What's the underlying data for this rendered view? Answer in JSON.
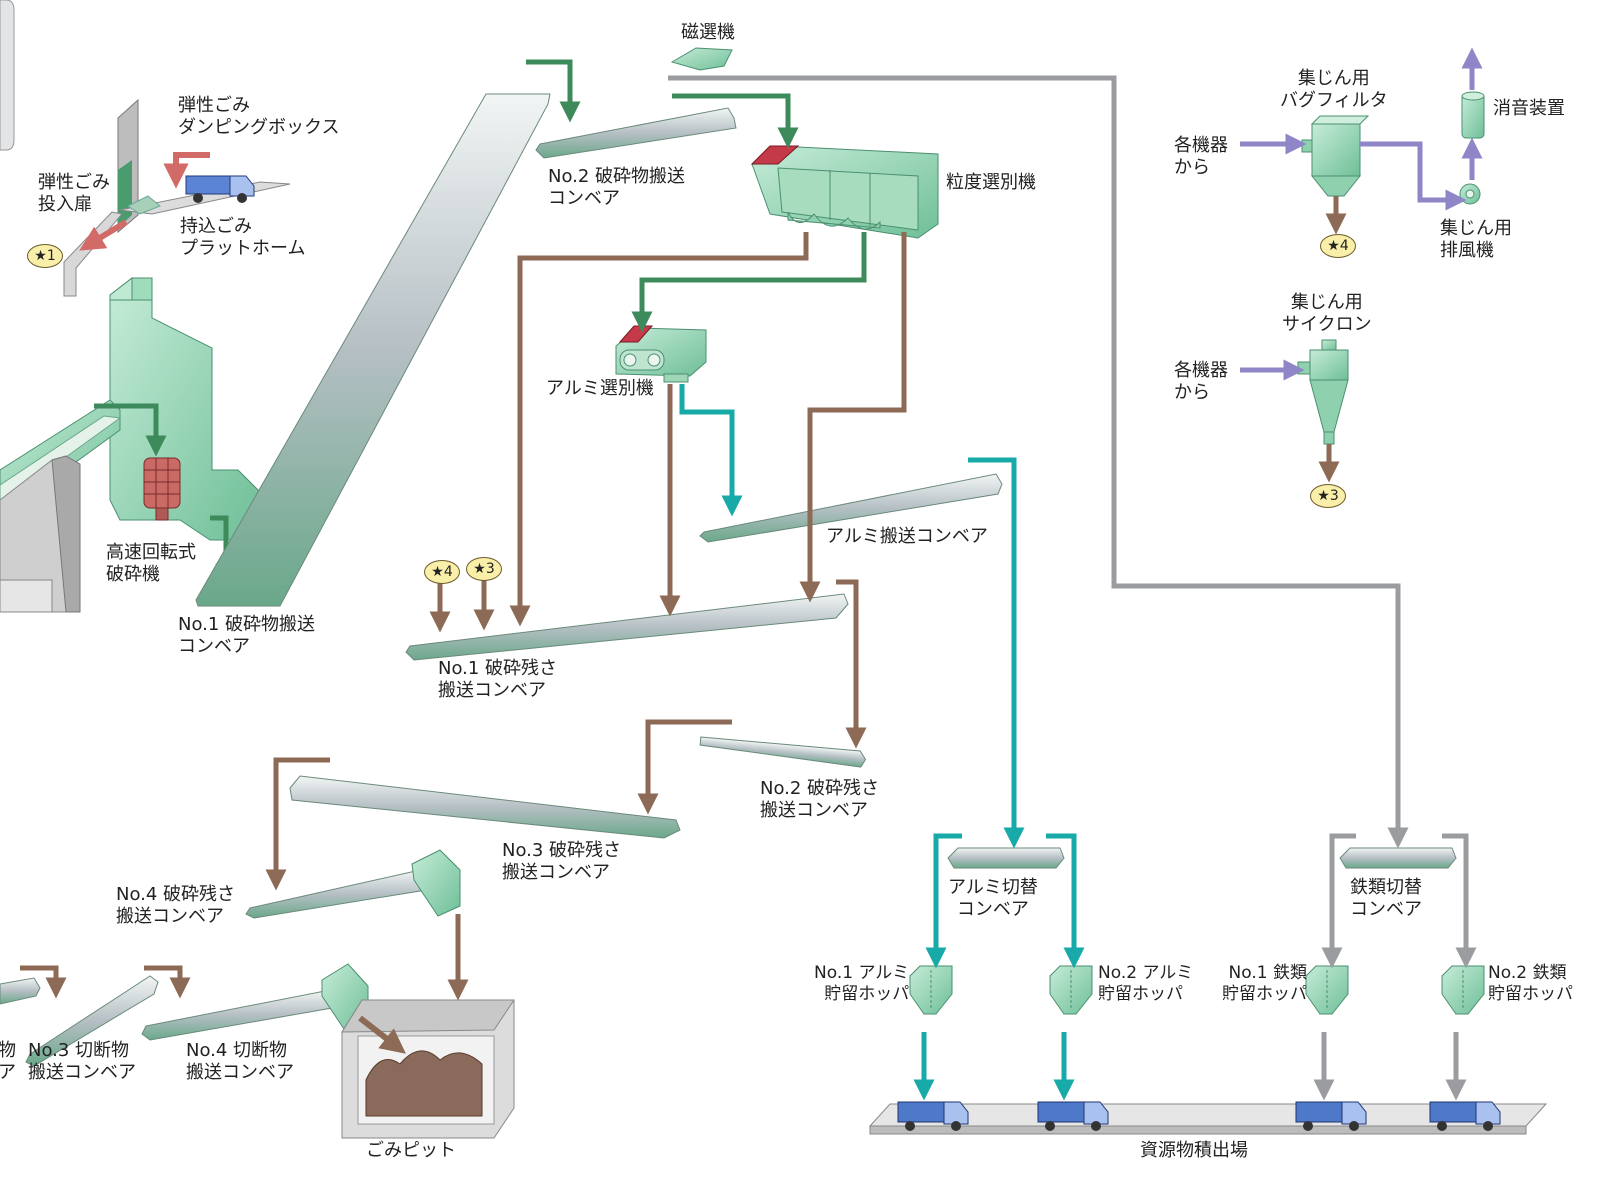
{
  "labels": {
    "magnetic_separator": "磁選機",
    "elastic_dumping_box": "弾性ごみ\nダンピングボックス",
    "elastic_inlet_door": "弾性ごみ\n投入扉",
    "carry_in_platform": "持込ごみ\nプラットホーム",
    "no2_crushed_conveyor": "No.2 破砕物搬送\nコンベア",
    "size_separator": "粒度選別機",
    "dust_bag_filter": "集じん用\nバグフィルタ",
    "silencer": "消音装置",
    "from_equipment_1": "各機器\nから",
    "dust_exhaust_fan": "集じん用\n排風機",
    "dust_cyclone": "集じん用\nサイクロン",
    "from_equipment_2": "各機器\nから",
    "aluminum_separator": "アルミ選別機",
    "high_speed_crusher": "高速回転式\n破砕機",
    "aluminum_conveyor": "アルミ搬送コンベア",
    "no1_crushed_conveyor": "No.1 破砕物搬送\nコンベア",
    "no1_residue_conveyor": "No.1 破砕残さ\n搬送コンベア",
    "no2_residue_conveyor": "No.2 破砕残さ\n搬送コンベア",
    "no3_residue_conveyor": "No.3 破砕残さ\n搬送コンベア",
    "no4_residue_conveyor": "No.4 破砕残さ\n搬送コンベア",
    "aluminum_switch_conveyor": "アルミ切替\nコンベア",
    "iron_switch_conveyor": "鉄類切替\nコンベア",
    "no1_aluminum_hopper": "No.1 アルミ\n貯留ホッパ",
    "no2_aluminum_hopper": "No.2 アルミ\n貯留ホッパ",
    "no1_iron_hopper": "No.1 鉄類\n貯留ホッパ",
    "no2_iron_hopper": "No.2 鉄類\n貯留ホッパ",
    "cut_conveyor_partial": "物\nア",
    "no3_cut_conveyor": "No.3 切断物\n搬送コンベア",
    "no4_cut_conveyor": "No.4 切断物\n搬送コンベア",
    "garbage_pit": "ごみピット",
    "resource_loading_area": "資源物積出場"
  },
  "markers": {
    "star1": "★1",
    "star3": "★3",
    "star4": "★4"
  },
  "colors": {
    "green_flow": "#3d8a5a",
    "brown_flow": "#8d6a56",
    "teal_flow": "#17aaa8",
    "gray_flow": "#9b9ca0",
    "purple_flow": "#8e86c7",
    "red_flow": "#d26b68",
    "equipment_green": "#8fd0ae",
    "truck_blue": "#4e78c8"
  }
}
